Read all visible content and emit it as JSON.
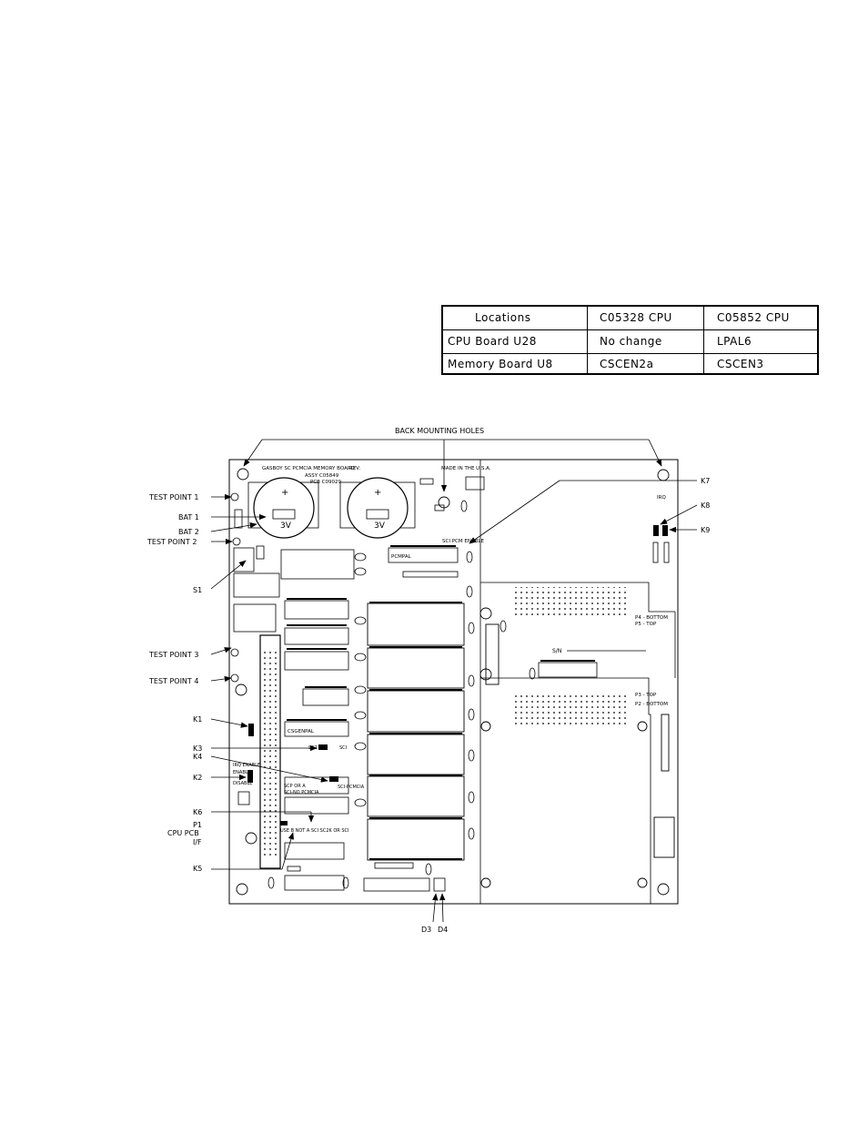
{
  "table": {
    "headers": [
      "Locations",
      "C05328 CPU",
      "C05852 CPU"
    ],
    "rows": [
      [
        "CPU Board U28",
        "No change",
        "LPAL6"
      ],
      [
        "Memory Board U8",
        "CSCEN2a",
        "CSCEN3"
      ]
    ]
  },
  "diagram": {
    "top_label": "BACK MOUNTING HOLES",
    "board": {
      "title_line1": "GASBOY SC PCMCIA MEMORY BOARD",
      "title_line2": "ASSY C05849",
      "title_line3": "PCB C09029",
      "rev": "REV.",
      "made_in": "MADE IN THE U.S.A.",
      "battery_voltage": "3V",
      "sci_pcm_enable": "SCI PCM ENABLE",
      "pcmpal": "PCMPAL",
      "csgenpal": "CSGENPAL",
      "irq": "IRQ",
      "sn": "S/N",
      "p4_bottom": "P4 - BOTTOM",
      "p5_top": "P5 - TOP",
      "p3_top": "P3 - TOP",
      "p2_bottom": "P2 - BOTTOM",
      "irq_enable": "IRQ ENABLE",
      "enable": "ENABLE",
      "disable": "DISABLE",
      "scp_or_a": "SCP OR A",
      "sci_no_pcmcia": "SCI-NO PCMCIA",
      "sci_pcmcia": "SCI-PCMCIA",
      "use_sci_sc2k": "USE B NOT A  SCI SC2K OR SCI",
      "sc2": "SC2",
      "sci": "SCI"
    },
    "left_callouts": [
      "TEST POINT 1",
      "BAT 1",
      "BAT 2",
      "TEST POINT 2",
      "S1",
      "TEST POINT 3",
      "TEST POINT 4",
      "K1",
      "K3",
      "K4",
      "K2",
      "K6",
      "P1",
      "CPU PCB",
      "I/F",
      "K5"
    ],
    "right_callouts": [
      "K7",
      "K8",
      "K9"
    ],
    "bottom_callouts": [
      "D3",
      "D4"
    ]
  }
}
